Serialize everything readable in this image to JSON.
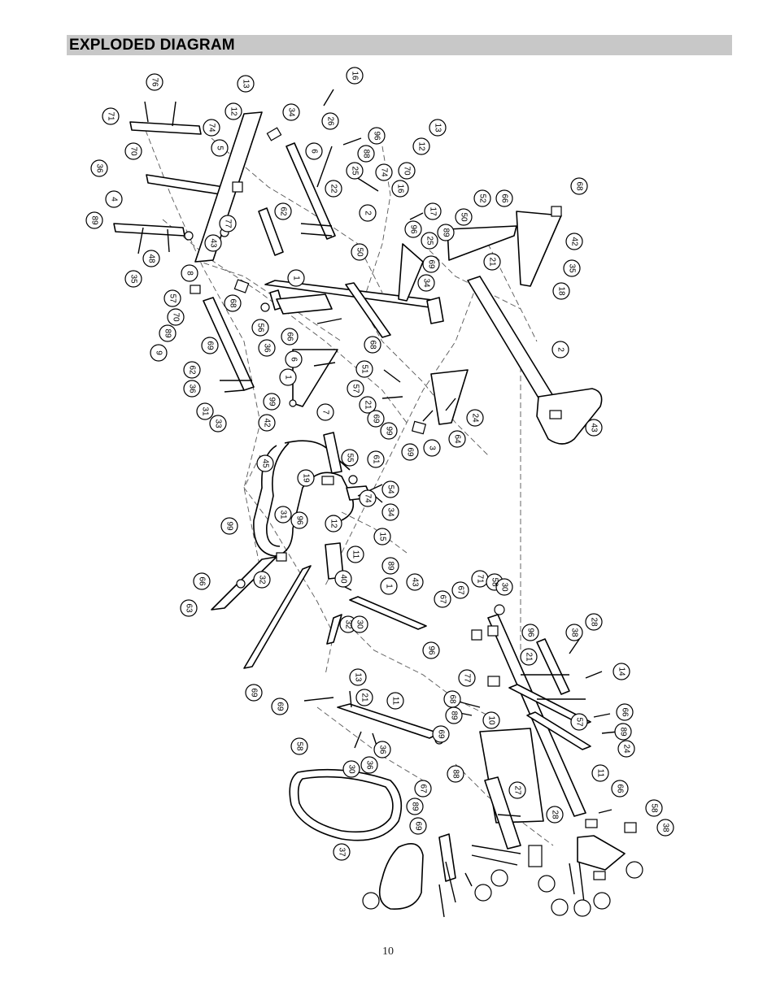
{
  "header": {
    "title": "EXPLODED DIAGRAM"
  },
  "footer": {
    "page_number": "10"
  },
  "diagram": {
    "callouts": [
      "76",
      "13",
      "16",
      "71",
      "12",
      "34",
      "26",
      "74",
      "5",
      "96",
      "13",
      "70",
      "6",
      "88",
      "12",
      "36",
      "22",
      "25",
      "74",
      "70",
      "4",
      "16",
      "2",
      "62",
      "52",
      "66",
      "68",
      "89",
      "77",
      "50",
      "17",
      "96",
      "89",
      "25",
      "43",
      "42",
      "48",
      "50",
      "21",
      "8",
      "35",
      "1",
      "69",
      "34",
      "35",
      "18",
      "57",
      "68",
      "70",
      "56",
      "66",
      "89",
      "9",
      "69",
      "36",
      "68",
      "2",
      "6",
      "62",
      "51",
      "1",
      "36",
      "57",
      "21",
      "99",
      "31",
      "7",
      "69",
      "24",
      "33",
      "42",
      "99",
      "43",
      "64",
      "69",
      "3",
      "45",
      "55",
      "61",
      "19",
      "54",
      "74",
      "34",
      "31",
      "96",
      "99",
      "12",
      "15",
      "11",
      "89",
      "66",
      "32",
      "40",
      "1",
      "43",
      "71",
      "58",
      "67",
      "67",
      "30",
      "63",
      "32",
      "30",
      "96",
      "28",
      "96",
      "21",
      "38",
      "14",
      "13",
      "77",
      "69",
      "69",
      "21",
      "11",
      "68",
      "89",
      "10",
      "57",
      "66",
      "89",
      "24",
      "58",
      "69",
      "36",
      "30",
      "36",
      "88",
      "11",
      "27",
      "66",
      "67",
      "28",
      "89",
      "58",
      "69",
      "38",
      "37"
    ]
  }
}
